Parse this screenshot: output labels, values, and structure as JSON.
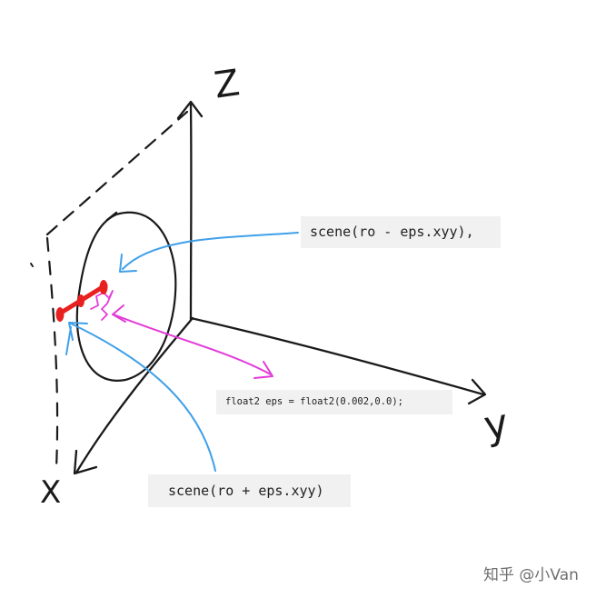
{
  "axes": {
    "z": "Z",
    "y": "y",
    "x": "X"
  },
  "code": {
    "minus": "scene(ro - eps.xyy),",
    "eps": "float2 eps = float2(0.002,0.0);",
    "plus": "scene(ro + eps.xyy)"
  },
  "watermark": "知乎 @小Van",
  "colors": {
    "ink": "#1a1a1a",
    "blue": "#3fa0ea",
    "red": "#e82020",
    "magenta": "#e33ad8",
    "code_bg": "#f1f1f1"
  }
}
